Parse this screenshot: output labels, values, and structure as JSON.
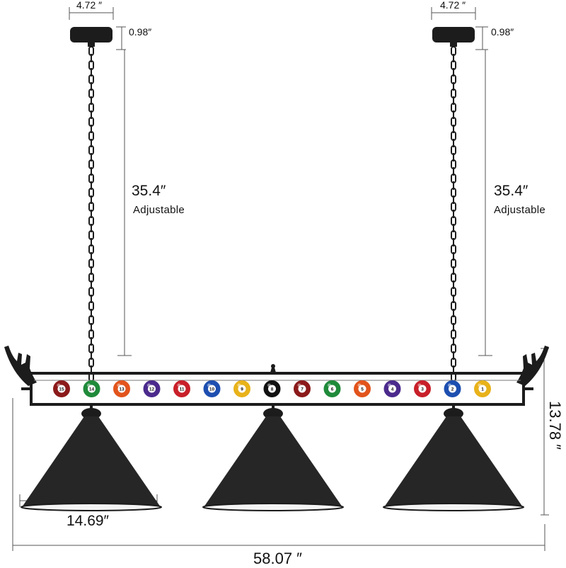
{
  "dimensions": {
    "canopy_width": "4.72 ″",
    "canopy_height": "0.98″",
    "chain_length": "35.4″",
    "chain_note": "Adjustable",
    "shade_width": "14.69″",
    "total_height": "13.78 ″",
    "total_length": "58.07 ″"
  },
  "balls": [
    {
      "number": "15",
      "color": "#8b1a1a"
    },
    {
      "number": "14",
      "color": "#1f8a3a"
    },
    {
      "number": "13",
      "color": "#e2541c"
    },
    {
      "number": "12",
      "color": "#4b2a8c"
    },
    {
      "number": "11",
      "color": "#c8202a"
    },
    {
      "number": "10",
      "color": "#1d4fb0"
    },
    {
      "number": "9",
      "color": "#e8b21a"
    },
    {
      "number": "8",
      "color": "#111111"
    },
    {
      "number": "7",
      "color": "#8b1a1a"
    },
    {
      "number": "6",
      "color": "#1f8a3a"
    },
    {
      "number": "5",
      "color": "#e2541c"
    },
    {
      "number": "4",
      "color": "#4b2a8c"
    },
    {
      "number": "3",
      "color": "#c8202a"
    },
    {
      "number": "2",
      "color": "#1d4fb0"
    },
    {
      "number": "1",
      "color": "#e8b21a"
    }
  ],
  "colors": {
    "fixture": "#1c1c1c",
    "shade": "#262626",
    "shade_inner": "#f4f4f4",
    "dimension_line": "#555555"
  }
}
